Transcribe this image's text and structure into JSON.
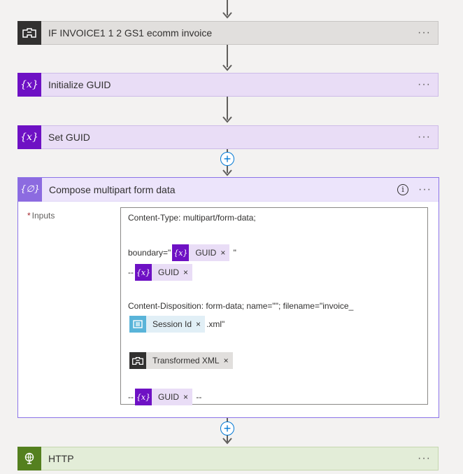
{
  "steps": {
    "if_invoice": {
      "title": "IF INVOICE1 1 2 GS1 ecomm invoice",
      "more": "···",
      "icon": "integration-account-icon"
    },
    "init_guid": {
      "title": "Initialize GUID",
      "more": "···",
      "icon": "variable-icon",
      "icon_text": "{x}"
    },
    "set_guid": {
      "title": "Set GUID",
      "more": "···",
      "icon": "variable-icon",
      "icon_text": "{x}"
    },
    "compose": {
      "title": "Compose multipart form data",
      "info": "i",
      "more": "···",
      "icon": "compose-icon",
      "icon_text": "{∅}",
      "inputs_label": "Inputs",
      "required_mark": "*"
    },
    "http": {
      "title": "HTTP",
      "more": "···",
      "icon": "globe-icon"
    }
  },
  "plus_glyph": "+",
  "editor": {
    "line1": "Content-Type: multipart/form-data;",
    "boundary_prefix": "boundary=\"",
    "boundary_suffix": " \"",
    "dash_prefix": "--",
    "disposition": "Content-Disposition: form-data; name=\"\"; filename=\"invoice_",
    "xml_suffix": ".xml\"",
    "end_suffix": " --",
    "var_icon_text": "{x}",
    "close_glyph": "×",
    "tokens": {
      "guid": "GUID",
      "session_id": "Session Id",
      "transformed_xml": "Transformed XML"
    }
  },
  "colors": {
    "variable": "#6e11c4",
    "compose": "#8c6be0",
    "http": "#54801f",
    "integration": "#323130",
    "session": "#59b4d9",
    "accent": "#0078d4"
  }
}
